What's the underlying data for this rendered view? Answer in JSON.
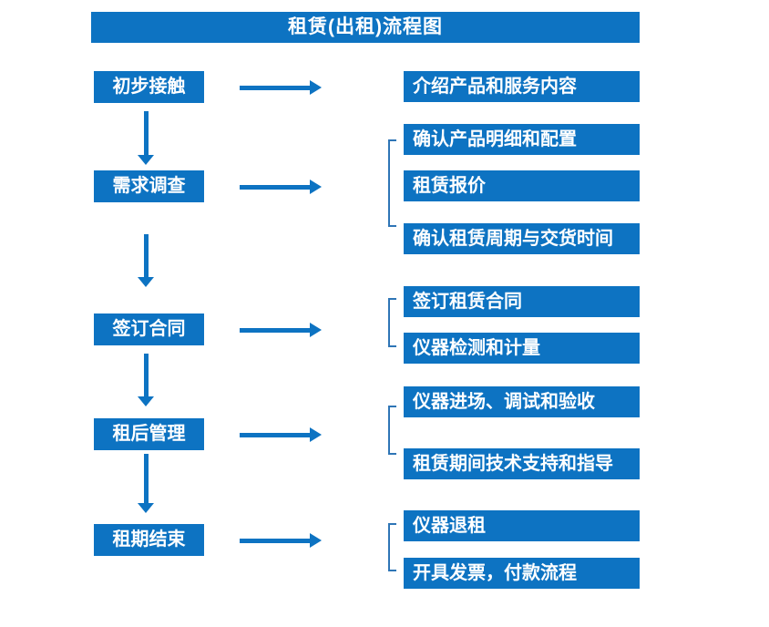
{
  "title": "租赁(出租)流程图",
  "colors": {
    "box_blue": "#0d73c2",
    "bracket_blue": "#2e75b6",
    "text_white": "#ffffff",
    "background": "#ffffff"
  },
  "icons": {
    "right_arrow": "css-right-arrow-shape",
    "down_arrow": "css-down-arrow-shape",
    "group_bracket": "css-left-square-bracket-shape"
  },
  "flow": [
    {
      "step": "初步接触",
      "details": [
        "介绍产品和服务内容"
      ]
    },
    {
      "step": "需求调查",
      "details": [
        "确认产品明细和配置",
        "租赁报价",
        "确认租赁周期与交货时间"
      ]
    },
    {
      "step": "签订合同",
      "details": [
        "签订租赁合同",
        "仪器检测和计量"
      ]
    },
    {
      "step": "租后管理",
      "details": [
        "仪器进场、调试和验收",
        "租赁期间技术支持和指导"
      ]
    },
    {
      "step": "租期结束",
      "details": [
        "仪器退租",
        "开具发票，付款流程"
      ]
    }
  ]
}
